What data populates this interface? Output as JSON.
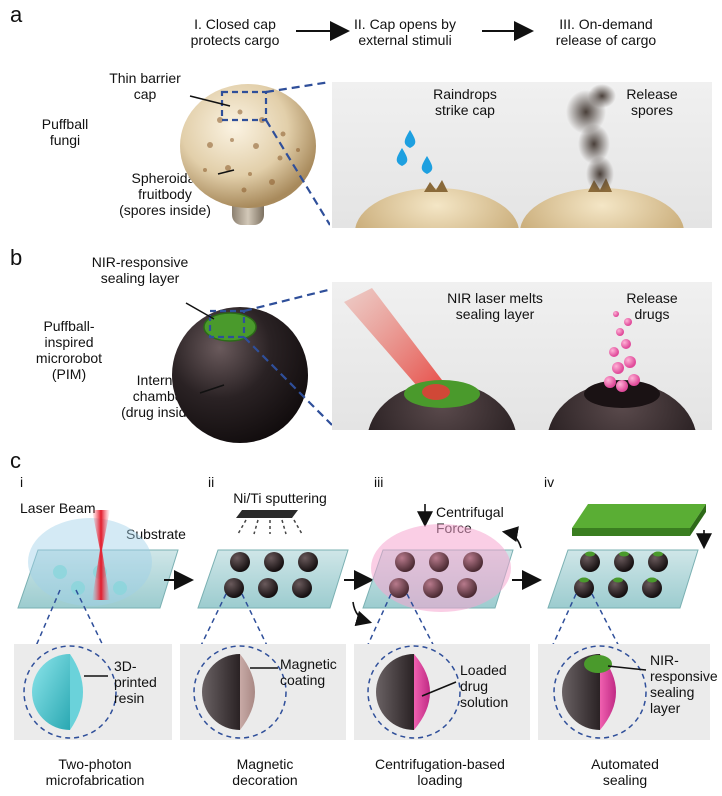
{
  "panel_a": {
    "letter": "a",
    "step1": "I. Closed cap\nprotects cargo",
    "step2": "II. Cap opens by\nexternal stimuli",
    "step3": "III. On-demand\nrelease of cargo",
    "subject": "Puffball\nfungi",
    "cap_label": "Thin barrier\ncap",
    "body_label": "Spheroidal\nfruitbody\n(spores inside)",
    "zoom1": "Raindrops\nstrike cap",
    "zoom2": "Release\nspores"
  },
  "panel_b": {
    "letter": "b",
    "seal_label": "NIR-responsive\nsealing layer",
    "subject": "Puffball-\ninspired\nmicrorobot\n(PIM)",
    "chamber_label": "Internal\nchamber\n(drug inside)",
    "zoom1": "NIR laser melts\nsealing layer",
    "zoom2": "Release\ndrugs"
  },
  "panel_c": {
    "letter": "c",
    "steps": [
      {
        "numeral": "i",
        "top1": "Laser Beam",
        "top2": "Substrate",
        "inset": "3D-\nprinted\nresin",
        "caption": "Two-photon\nmicrofabrication"
      },
      {
        "numeral": "ii",
        "top1": "Ni/Ti sputtering",
        "top2": "",
        "inset": "Magnetic\ncoating",
        "caption": "Magnetic\ndecoration"
      },
      {
        "numeral": "iii",
        "top1": "Centrifugal\nForce",
        "top2": "",
        "inset": "Loaded\ndrug\nsolution",
        "caption": "Centrifugation-based\nloading"
      },
      {
        "numeral": "iv",
        "top1": "",
        "top2": "",
        "inset": "NIR-\nresponsive\nsealing\nlayer",
        "caption": "Automated\nsealing"
      }
    ]
  },
  "colors": {
    "dash_blue": "#2f4f9a",
    "drop_blue": "#1ea0e0",
    "seal_green": "#4a9a2c",
    "drug_pink": "#e04a9a",
    "resin_cyan": "#46c4cc",
    "robot_dark": "#2a2224"
  }
}
